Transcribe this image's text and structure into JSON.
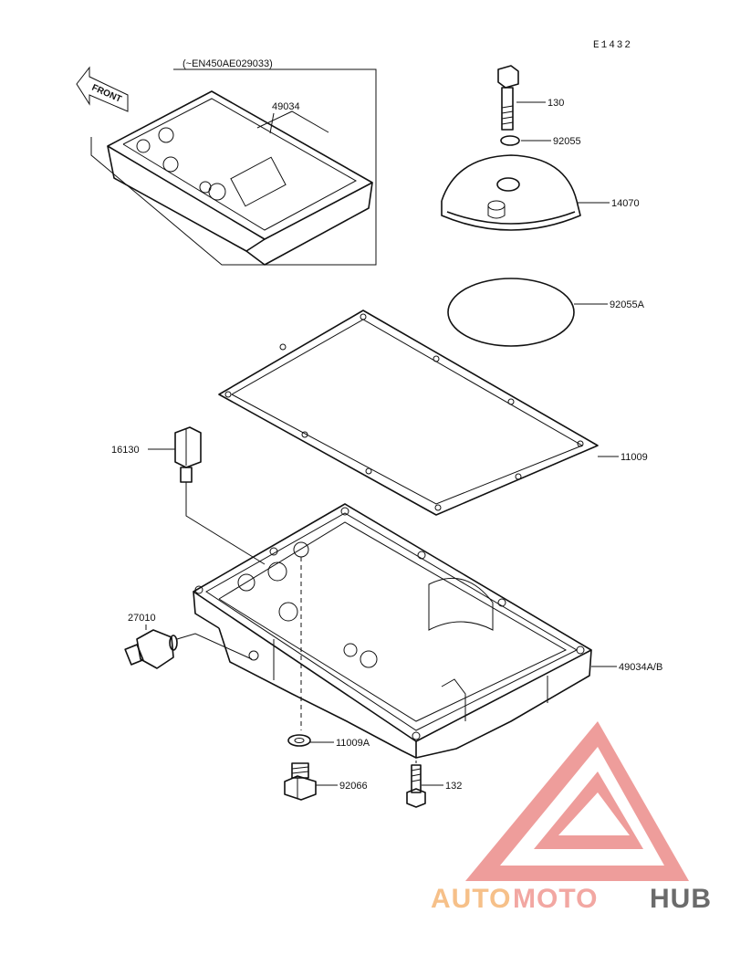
{
  "diagram": {
    "reference_code": "E1432",
    "variant_note": "(~EN450AE029033)",
    "front_label": "FRONT",
    "parts": [
      {
        "id": "49034",
        "label": "49034"
      },
      {
        "id": "130",
        "label": "130"
      },
      {
        "id": "92055",
        "label": "92055"
      },
      {
        "id": "14070",
        "label": "14070"
      },
      {
        "id": "92055A",
        "label": "92055A"
      },
      {
        "id": "11009",
        "label": "11009"
      },
      {
        "id": "16130",
        "label": "16130"
      },
      {
        "id": "27010",
        "label": "27010"
      },
      {
        "id": "49034AB",
        "label": "49034A/B"
      },
      {
        "id": "11009A",
        "label": "11009A"
      },
      {
        "id": "92066",
        "label": "92066"
      },
      {
        "id": "132",
        "label": "132"
      }
    ]
  },
  "watermark": {
    "part1": "AUTO",
    "part2": "MOTO",
    "part3": "HUB",
    "colors": {
      "auto": "#f6c089",
      "moto": "#f2a7a2",
      "hub": "#6b6b6b",
      "triangle": "#ec8d8a"
    }
  }
}
